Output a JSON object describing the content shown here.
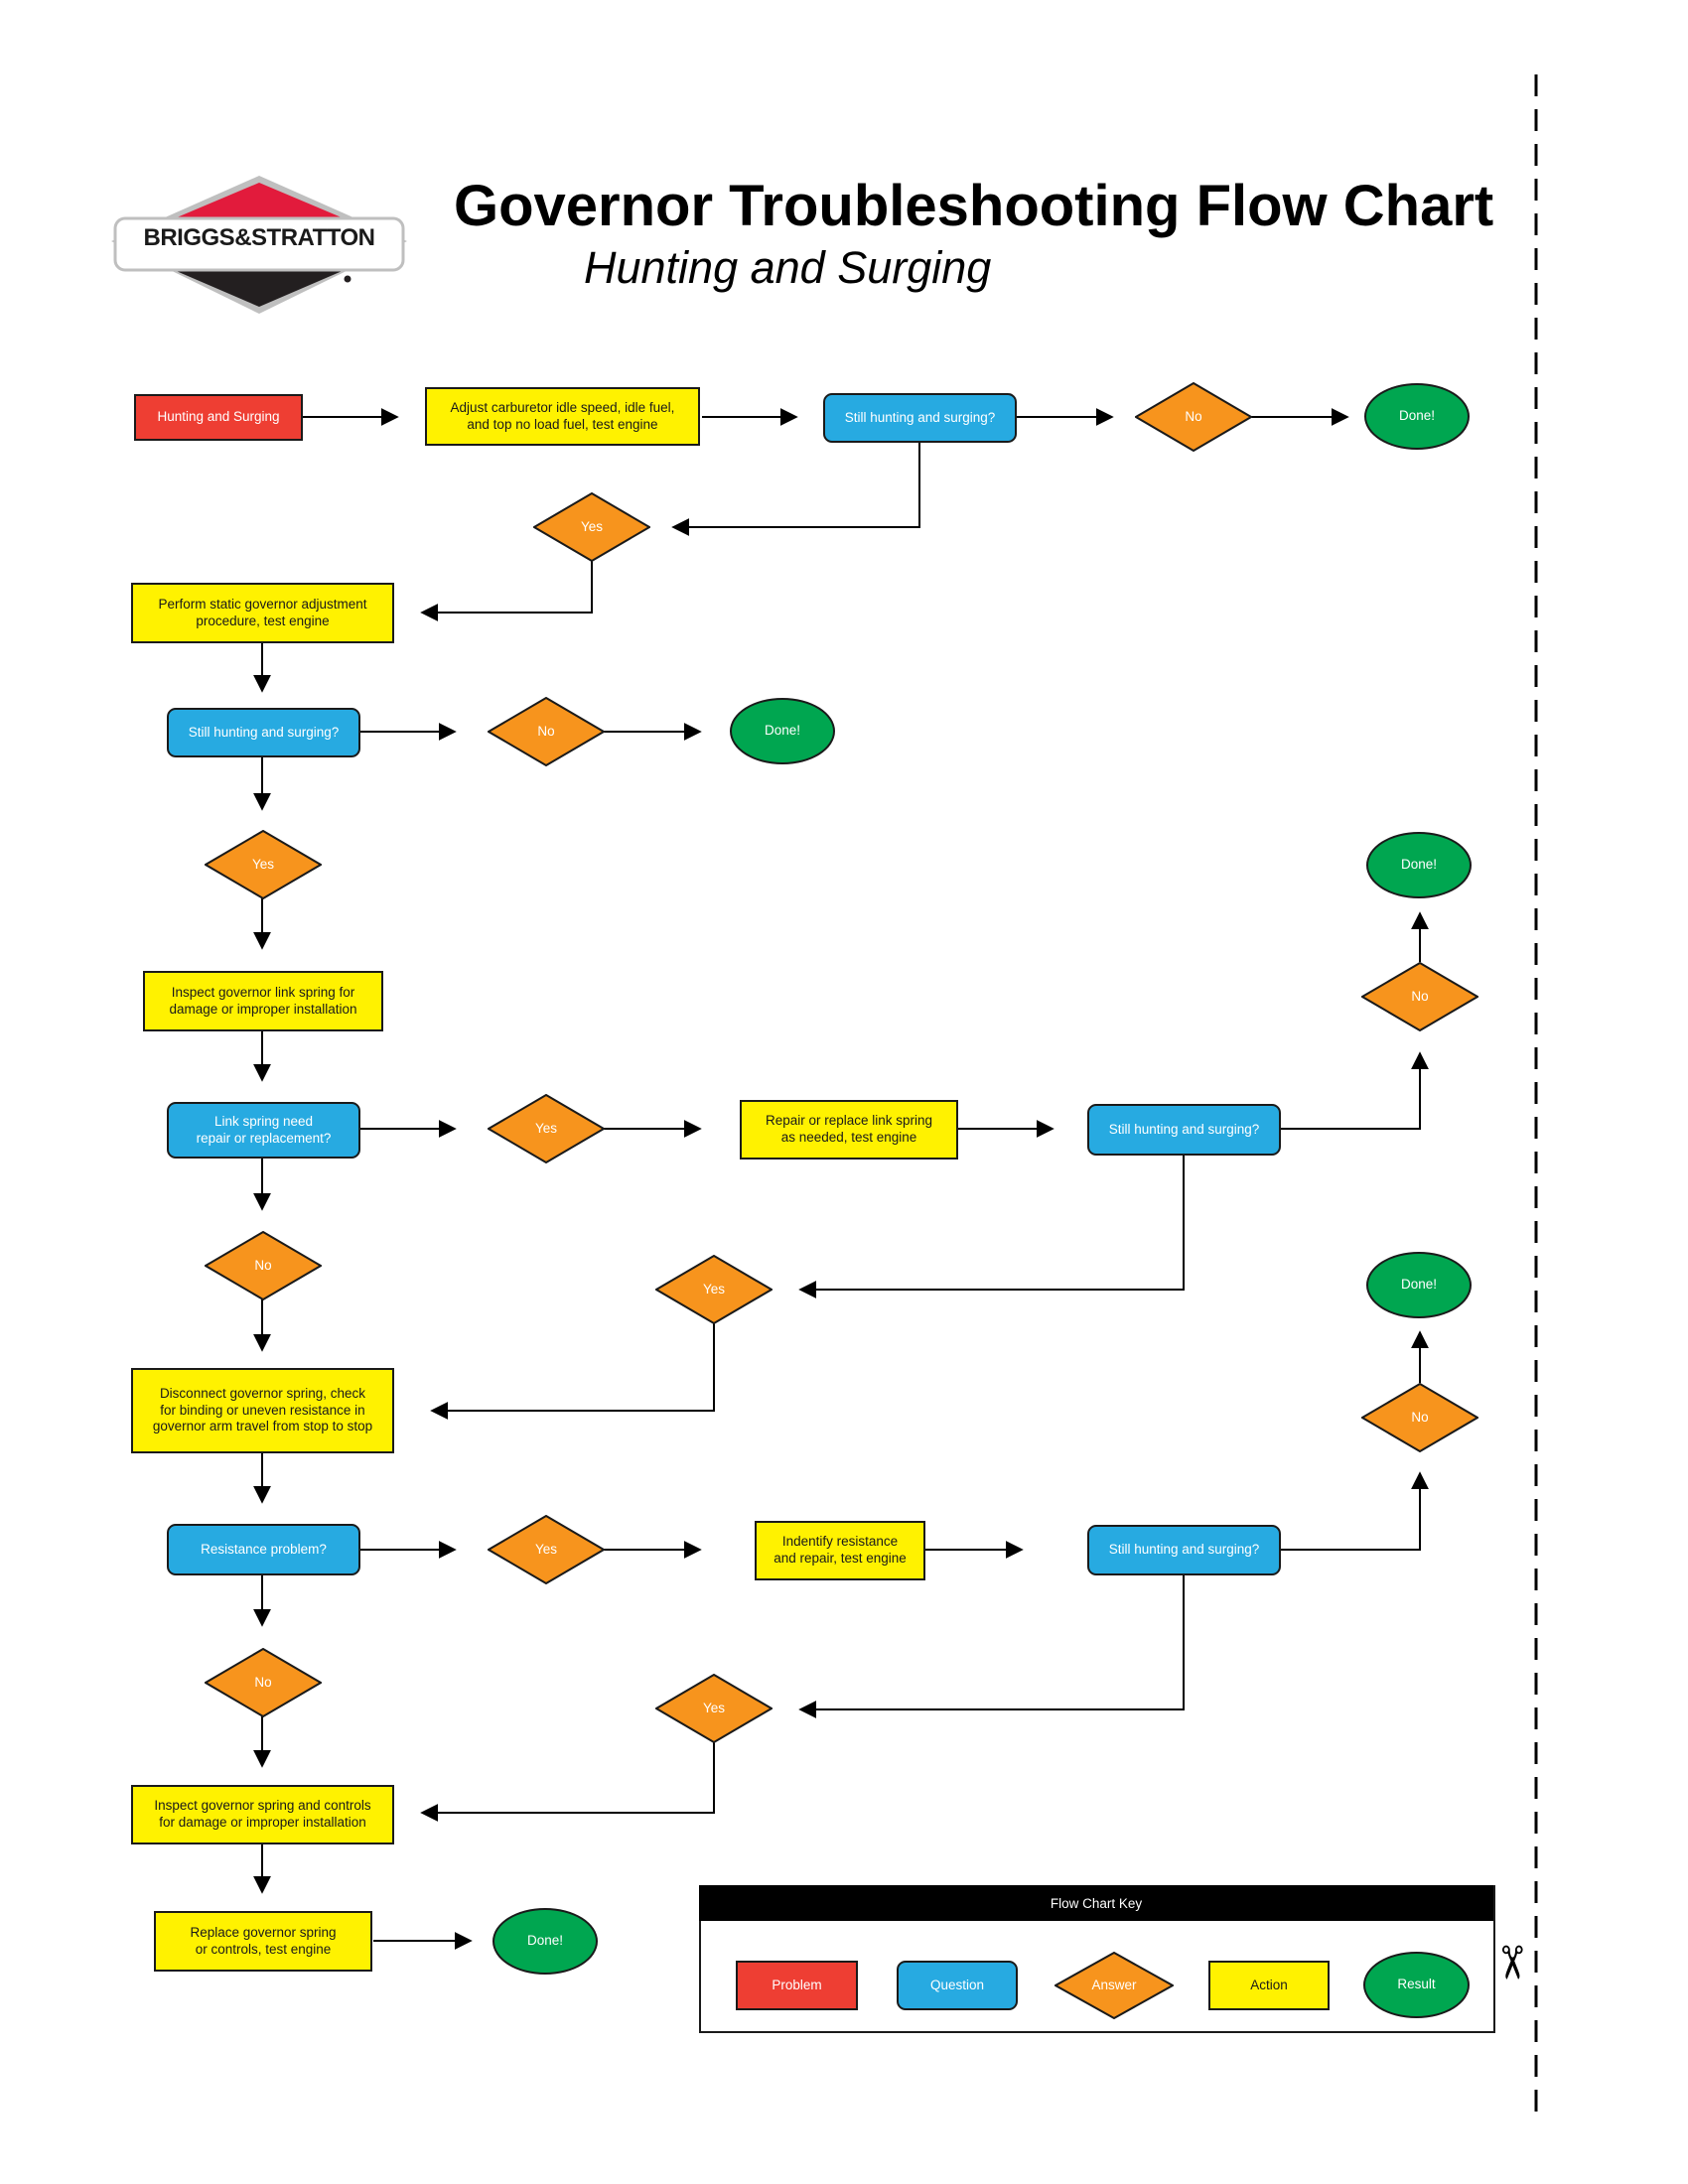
{
  "header": {
    "brand": "BRIGGS&STRATTON",
    "title": "Governor Troubleshooting Flow Chart",
    "subtitle": "Hunting and Surging"
  },
  "colors": {
    "problem": "#ee3e33",
    "question": "#27aae1",
    "answer": "#f7941d",
    "action": "#fff200",
    "result": "#00a650",
    "logo_red": "#e21b3c",
    "logo_black": "#231f20",
    "logo_gray": "#bfbfbf"
  },
  "nodes": {
    "p1": "Hunting and Surging",
    "a1": "Adjust carburetor idle speed, idle fuel,\nand top no load fuel, test engine",
    "q1": "Still hunting and surging?",
    "n1": "No",
    "d1": "Done!",
    "y1": "Yes",
    "a2": "Perform static governor adjustment\nprocedure, test engine",
    "q2": "Still hunting and surging?",
    "n2": "No",
    "d2": "Done!",
    "y2": "Yes",
    "a3": "Inspect governor link spring for\ndamage or improper installation",
    "q3": "Link spring need\nrepair or replacement?",
    "y3": "Yes",
    "a4": "Repair or replace link spring\nas needed, test engine",
    "q4": "Still hunting and surging?",
    "n4": "No",
    "d4": "Done!",
    "n3": "No",
    "y4": "Yes",
    "a5": "Disconnect governor spring, check\nfor binding or uneven resistance in\ngovernor arm travel from stop to stop",
    "q5": "Resistance problem?",
    "y5": "Yes",
    "a6": "Indentify resistance\nand repair, test engine",
    "q6": "Still hunting and surging?",
    "n6": "No",
    "d6": "Done!",
    "n5": "No",
    "y6": "Yes",
    "a7": "Inspect governor spring and controls\nfor damage or improper installation",
    "a8": "Replace governor spring\nor controls, test engine",
    "d8": "Done!"
  },
  "key": {
    "title": "Flow Chart Key",
    "problem": "Problem",
    "question": "Question",
    "answer": "Answer",
    "action": "Action",
    "result": "Result"
  }
}
